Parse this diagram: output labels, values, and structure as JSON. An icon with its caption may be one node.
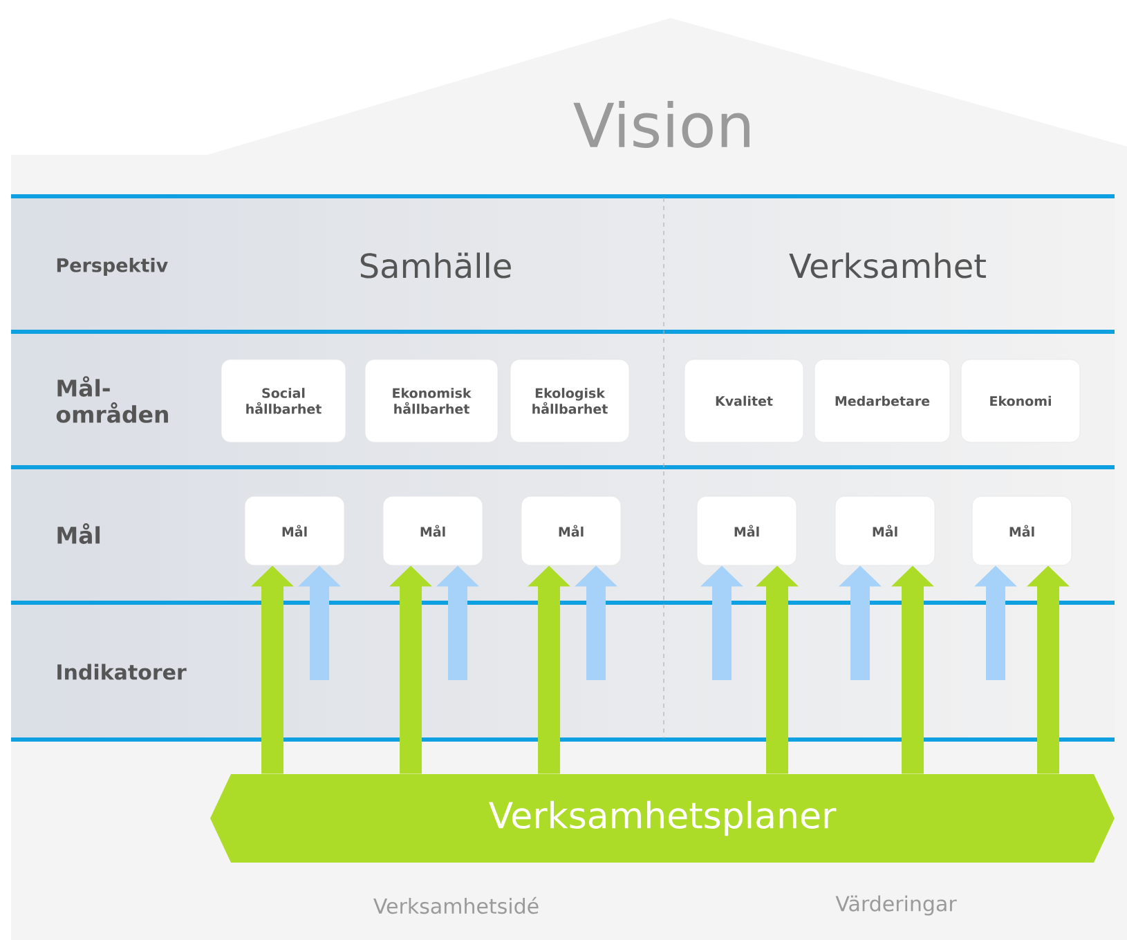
{
  "diagram": {
    "nodes": [
      {
        "text": [
          "Social hållbarhet"
        ]
      },
      {
        "text": [
          "Ekonomisk hållbarhet"
        ]
      },
      {
        "text": [
          "Ekologisk hållbarhet"
        ]
      },
      {
        "text": [
          "Kvalitet"
        ]
      },
      {
        "text": [
          "Medarbetare"
        ]
      },
      {
        "text": [
          "Ekonomi"
        ]
      },
      {
        "text": [
          "Mål"
        ]
      },
      {
        "text": [
          "Mål"
        ]
      },
      {
        "text": [
          "Mål"
        ]
      },
      {
        "text": [
          "Mål"
        ]
      },
      {
        "text": [
          "Mål"
        ]
      },
      {
        "text": [
          "Mål"
        ]
      },
      {
        "text": [
          "Verksamhetsplaner"
        ]
      }
    ],
    "edges": [
      {
        "from": 12,
        "to": 6,
        "arrow": "to",
        "color": "#addc28"
      },
      {
        "from": null,
        "to": 6,
        "arrow": "to",
        "color": "#a6d2fa"
      },
      {
        "from": 12,
        "to": 7,
        "arrow": "to",
        "color": "#addc28"
      },
      {
        "from": null,
        "to": 7,
        "arrow": "to",
        "color": "#a6d2fa"
      },
      {
        "from": 12,
        "to": 8,
        "arrow": "to",
        "color": "#addc28"
      },
      {
        "from": null,
        "to": 8,
        "arrow": "to",
        "color": "#a6d2fa"
      },
      {
        "from": null,
        "to": 9,
        "arrow": "to",
        "color": "#a6d2fa"
      },
      {
        "from": 12,
        "to": 9,
        "arrow": "to",
        "color": "#addc28"
      },
      {
        "from": null,
        "to": 10,
        "arrow": "to",
        "color": "#a6d2fa"
      },
      {
        "from": 12,
        "to": 10,
        "arrow": "to",
        "color": "#addc28"
      },
      {
        "from": null,
        "to": 11,
        "arrow": "to",
        "color": "#a6d2fa"
      },
      {
        "from": 12,
        "to": 11,
        "arrow": "to",
        "color": "#addc28"
      }
    ],
    "labels": [
      "Vision",
      "Perspektiv",
      "Samhälle",
      "Verksamhet",
      "Mål- områden",
      "Mål",
      "Indikatorer",
      "Verksamhetsidé",
      "Värderingar"
    ]
  }
}
